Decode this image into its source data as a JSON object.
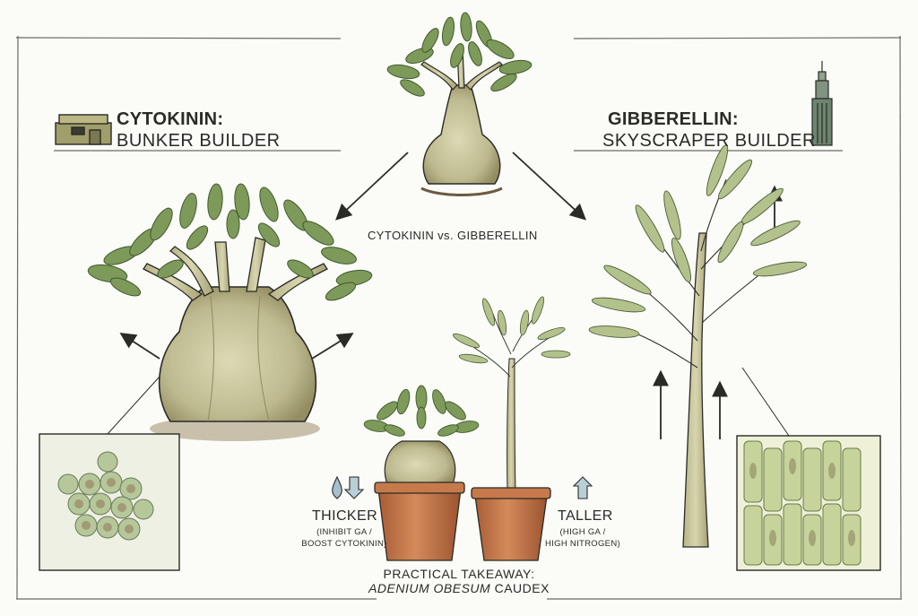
{
  "center_label": "CYTOKININ vs. GIBBERELLIN",
  "left_heading": {
    "hormone": "CYTOKININ:",
    "role": "BUNKER BUILDER",
    "icon": "bunker-icon"
  },
  "right_heading": {
    "hormone": "GIBBERELLIN:",
    "role": "SKYSCRAPER BUILDER",
    "icon": "skyscraper-icon"
  },
  "left_action": {
    "label": "THICKER",
    "detail_line1": "(INHIBIT GA /",
    "detail_line2": "BOOST CYTOKININ)",
    "icons": [
      "water-drop-icon",
      "down-arrow-icon"
    ]
  },
  "right_action": {
    "label": "TALLER",
    "detail_line1": "(HIGH GA /",
    "detail_line2": "HIGH NITROGEN)",
    "icons": [
      "up-arrow-icon"
    ]
  },
  "takeaway": {
    "line1": "PRACTICAL TAKEAWAY:",
    "species": "ADENIUM OBESUM",
    "suffix": " CAUDEX"
  },
  "colors": {
    "leaf": "#7d9a5a",
    "leaf_dark": "#5b7a40",
    "trunk": "#c9c7a0",
    "trunk_shade": "#a8a37a",
    "pot": "#c9774a",
    "ink": "#2a2a26",
    "cell_green": "#a9c08a",
    "cell_brown": "#9c8a6a"
  }
}
